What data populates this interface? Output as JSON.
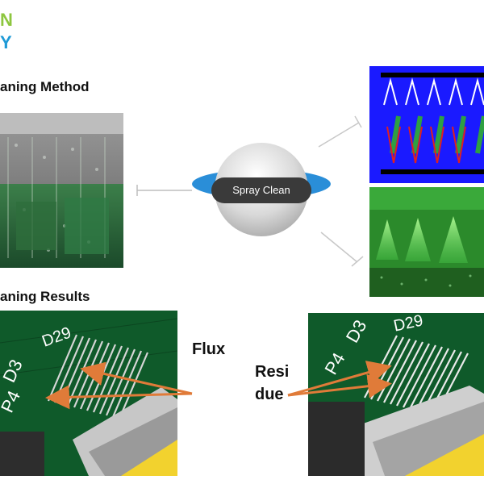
{
  "logo": {
    "line1": "N",
    "line2": "Y"
  },
  "headings": {
    "method": "aning Method",
    "results": "aning Results"
  },
  "center_label": "Spray Clean",
  "pcb_before": {
    "labels": [
      "D3",
      "D29",
      "P4"
    ]
  },
  "pcb_after": {
    "labels": [
      "D3",
      "D29",
      "P4"
    ]
  },
  "annotations": {
    "flux": "Flux",
    "residue_line1": "Resi",
    "residue_line2": "due"
  },
  "colors": {
    "logo_top": "#8dc63f",
    "logo_bottom": "#1f9ad6",
    "arrow": "#e07b39",
    "spray_diagram_bg": "#1a1aff",
    "spray_green": "#2ea043",
    "board_green": "#0f5a2a",
    "ring_blue": "#2a8ed8"
  }
}
